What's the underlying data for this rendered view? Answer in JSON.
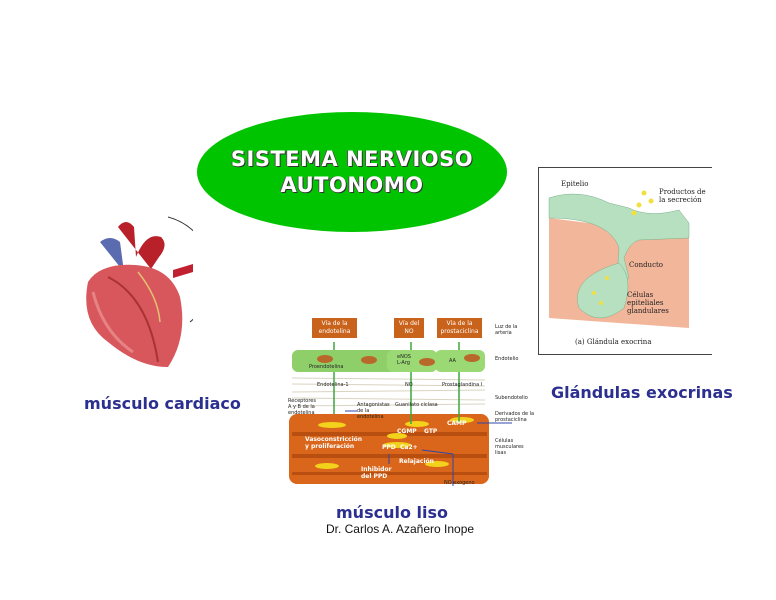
{
  "title": {
    "line1": "SISTEMA NERVIOSO",
    "line2": "AUTONOMO"
  },
  "captions": {
    "cardiac": "músculo cardiaco",
    "smooth": "músculo liso",
    "glands": "Glándulas exocrinas"
  },
  "author": "Dr. Carlos A. Azañero Inope",
  "smooth_diagram": {
    "pathways": [
      "Vía de la endotelina",
      "Vía del NO",
      "Vía de la prostaciclina"
    ],
    "side_labels": [
      "Luz de la arteria",
      "Endotelio",
      "Subendotelio",
      "Derivados de la prostaciclina",
      "Células musculares lisas"
    ],
    "inner_labels": {
      "preendotelina": "Proendotelina",
      "enos": "eNOS L-Arg",
      "aa": "AA",
      "endotelina": "Endotelina-1",
      "no": "NO",
      "prostaciclina": "Prostaglandina I",
      "receptores": "Receptores A y B de la endotelina",
      "antagonistas": "Antagonistas de la endotelina",
      "guanilato": "Guanilato ciclasa",
      "cgmp": "CGMP",
      "gtp": "GTP",
      "camp": "CAMP",
      "vaso": "Vasoconstricción y proliferación",
      "ppd": "PPD",
      "ca": "Ca2+",
      "relajacion": "Relajación",
      "inhibidor": "Inhibidor del PPD",
      "no_exogeno": "NO exógeno"
    }
  },
  "gland_diagram": {
    "epitelio": "Epitelio",
    "productos": "Productos de la secreción",
    "conducto": "Conducto",
    "celulas": "Células epiteliales glandulares",
    "caption": "(a) Glándula exocrina"
  }
}
